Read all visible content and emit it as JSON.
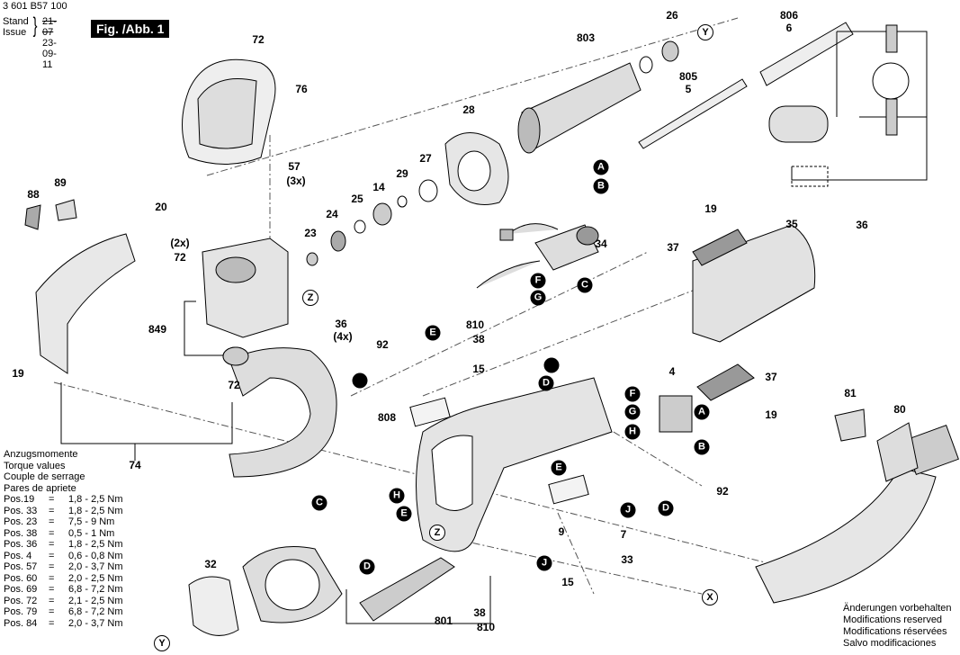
{
  "header": {
    "doc_number": "3 601 B57 100",
    "stand_label": "Stand",
    "issue_label": "Issue",
    "stand_date": "21-07",
    "issue_date": "23-09-11",
    "figure_label": "Fig. /Abb. 1"
  },
  "callouts": [
    "72",
    "76",
    "803",
    "26",
    "806",
    "6",
    "805",
    "5",
    "28",
    "27",
    "29",
    "14",
    "25",
    "24",
    "23",
    "57",
    "(3x)",
    "88",
    "89",
    "20",
    "(2x)",
    "72",
    "849",
    "36",
    "(4x)",
    "19",
    "72",
    "74",
    "34",
    "19",
    "35",
    "36",
    "37",
    "810",
    "38",
    "92",
    "15",
    "808",
    "4",
    "37",
    "19",
    "81",
    "80",
    "92",
    "9",
    "7",
    "33",
    "15",
    "32",
    "801",
    "38",
    "810"
  ],
  "markers": [
    "Y",
    "A",
    "B",
    "F",
    "G",
    "C",
    "Z",
    "E",
    "D",
    "F",
    "G",
    "H",
    "A",
    "B",
    "E",
    "C",
    "H",
    "E",
    "J",
    "D",
    "Z",
    "J",
    "D",
    "Y",
    "X"
  ],
  "torque": {
    "titles": [
      "Anzugsmomente",
      "Torque values",
      "Couple de serrage",
      "Pares de apriete"
    ],
    "rows": [
      {
        "pos": "Pos.19",
        "eq": "=",
        "value": "1,8 - 2,5 Nm"
      },
      {
        "pos": "Pos. 33",
        "eq": "=",
        "value": "1,8 - 2,5 Nm"
      },
      {
        "pos": "Pos. 23",
        "eq": "=",
        "value": "7,5 - 9 Nm"
      },
      {
        "pos": "Pos. 38",
        "eq": "=",
        "value": "0,5 - 1 Nm"
      },
      {
        "pos": "Pos. 36",
        "eq": "=",
        "value": "1,8 - 2,5 Nm"
      },
      {
        "pos": "Pos. 4",
        "eq": "=",
        "value": "0,6 - 0,8 Nm"
      },
      {
        "pos": "Pos. 57",
        "eq": "=",
        "value": "2,0 - 3,7 Nm"
      },
      {
        "pos": "Pos. 60",
        "eq": "=",
        "value": "2,0 - 2,5 Nm"
      },
      {
        "pos": "Pos. 69",
        "eq": "=",
        "value": "6,8 - 7,2 Nm"
      },
      {
        "pos": "Pos. 72",
        "eq": "=",
        "value": "2,1 - 2,5 Nm"
      },
      {
        "pos": "Pos. 79",
        "eq": "=",
        "value": "6,8 - 7,2 Nm"
      },
      {
        "pos": "Pos. 84",
        "eq": "=",
        "value": "2,0 - 3,7 Nm"
      }
    ]
  },
  "notes": [
    "Änderungen vorbehalten",
    "Modifications reserved",
    "Modifications réservées",
    "Salvo modificaciones"
  ]
}
